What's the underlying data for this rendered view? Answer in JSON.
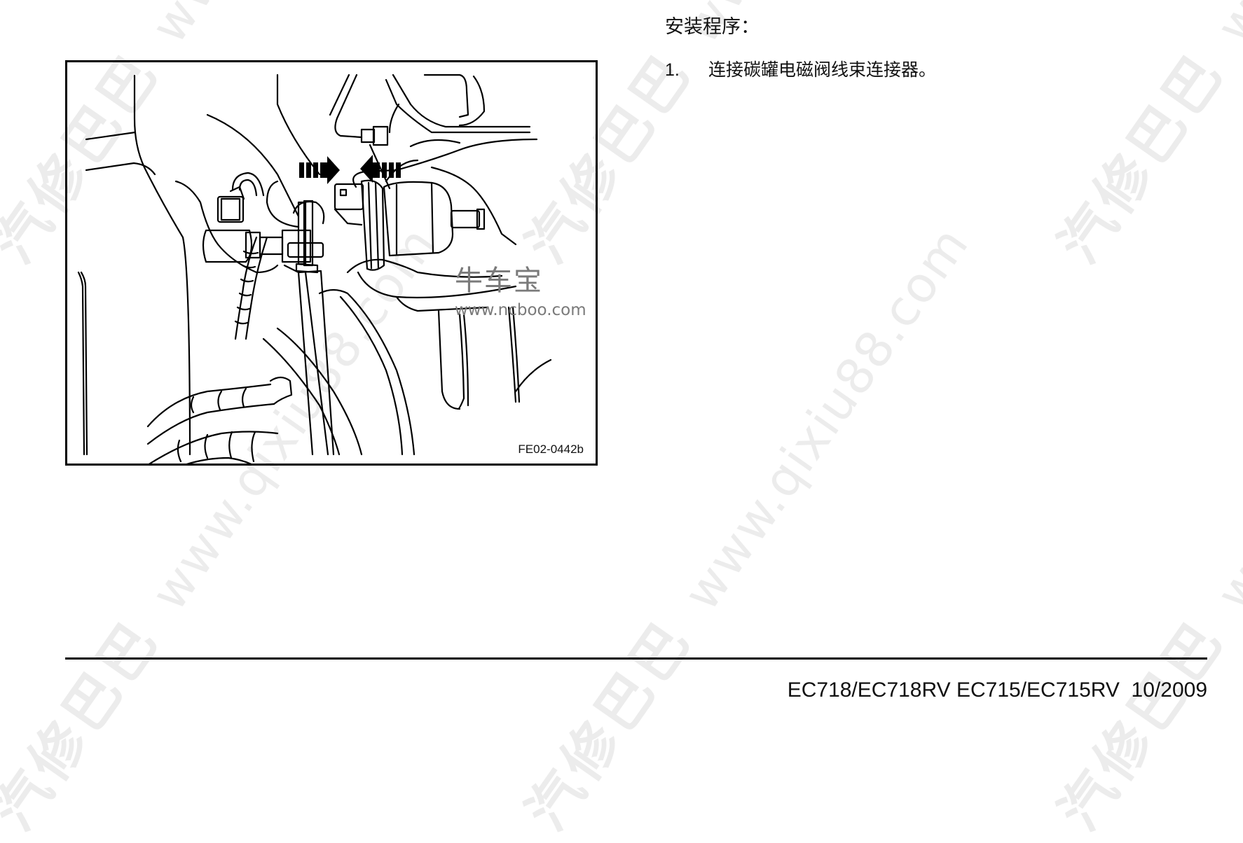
{
  "section": {
    "title": "安装程序：",
    "steps": [
      {
        "number": "1.",
        "text": "连接碳罐电磁阀线束连接器。"
      }
    ]
  },
  "figure": {
    "label": "FE02-0442b",
    "arrows": [
      {
        "direction": "right",
        "icon": "arrow-right-icon"
      },
      {
        "direction": "left",
        "icon": "arrow-left-icon"
      }
    ],
    "overlay_watermark": {
      "brand": "牛车宝",
      "url": "www.ncboo.com",
      "color": "#7a7a7a"
    }
  },
  "footer": {
    "models": "EC718/EC718RV EC715/EC715RV",
    "date": "10/2009",
    "text": "EC718/EC718RV EC715/EC715RV  10/2009"
  },
  "background_watermark": {
    "brand": "汽修巴巴",
    "url": "www.qixiu88.com",
    "color": "#ececec"
  }
}
